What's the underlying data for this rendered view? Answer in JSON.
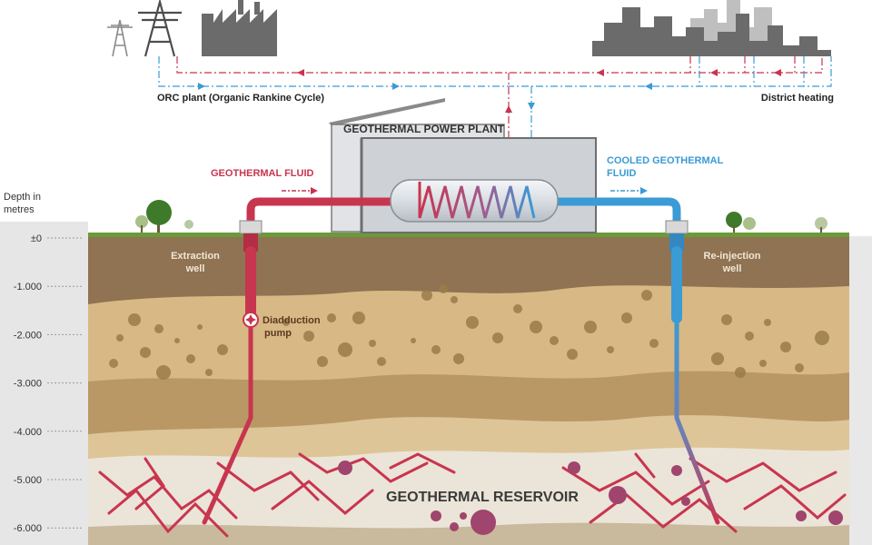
{
  "labels": {
    "orc_plant": "ORC plant (Organic Rankine Cycle)",
    "district_heating": "District heating",
    "power_plant": "GEOTHERMAL POWER PLANT",
    "geothermal_fluid": "GEOTHERMAL FLUID",
    "cooled_fluid_line1": "COOLED GEOTHERMAL",
    "cooled_fluid_line2": "FLUID",
    "extraction_well_line1": "Extraction",
    "extraction_well_line2": "well",
    "reinjection_well_line1": "Re-injection",
    "reinjection_well_line2": "well",
    "pump_line1": "Diadduction",
    "pump_line2": "pump",
    "reservoir": "GEOTHERMAL RESERVOIR",
    "depth_title_line1": "Depth in",
    "depth_title_line2": "metres"
  },
  "depth_ticks": [
    "±0",
    "-1.000",
    "-2.000",
    "-3.000",
    "-4.000",
    "-5.000",
    "-6.000"
  ],
  "colors": {
    "hot": "#c8354f",
    "cold": "#3a9bd5",
    "building": "#6b6b6b",
    "soil_dark": "#8a7150",
    "soil_mid": "#c7a06d",
    "soil_light": "#e2c793",
    "grass": "#6a9a3a",
    "reservoir_bg": "#e9e1d5",
    "sky_left": "#ffffff"
  }
}
